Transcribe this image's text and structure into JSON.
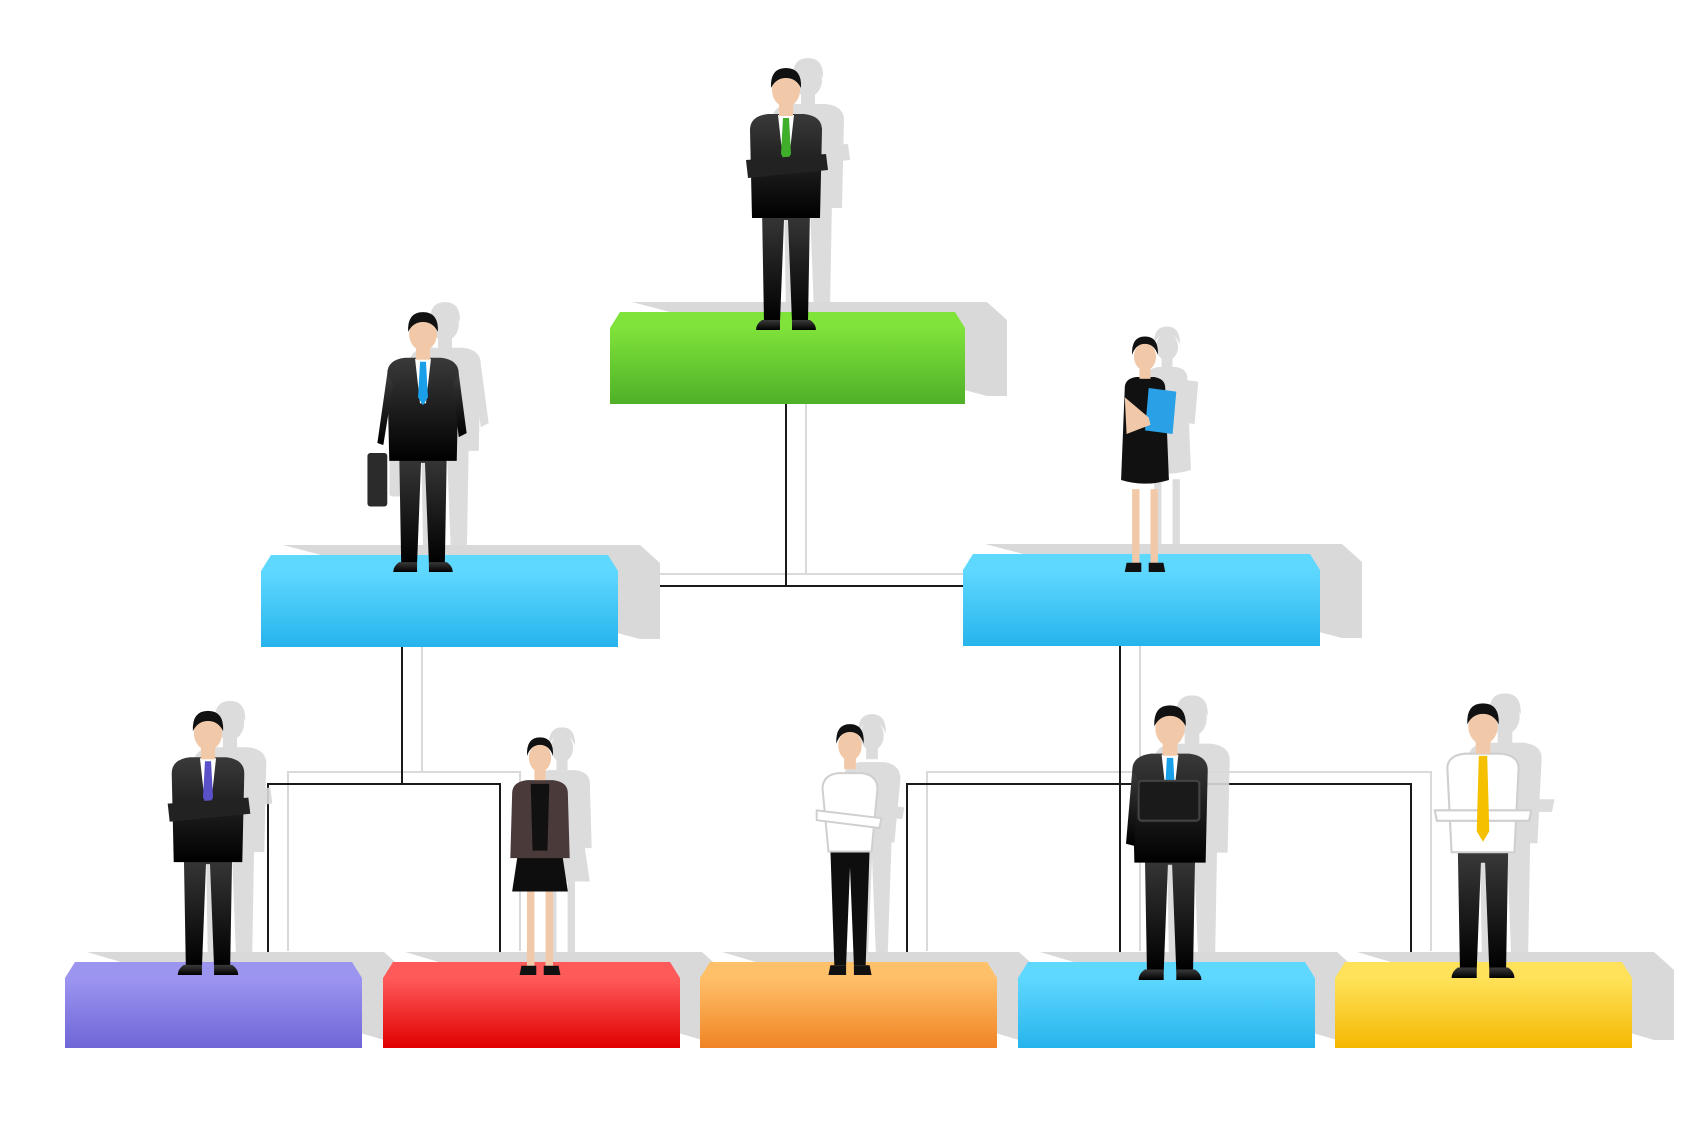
{
  "diagram": {
    "type": "org-chart",
    "levels": 3,
    "nodes": [
      {
        "id": "top",
        "level": 1,
        "parent": null,
        "color_top": "#7fe33a",
        "color_bottom": "#4fb028",
        "figure": "man-arms-crossed",
        "tie": "#3fae2a",
        "shirt": "#ffffff"
      },
      {
        "id": "mid-left",
        "level": 2,
        "parent": "top",
        "color_top": "#5fd8ff",
        "color_bottom": "#26b4ec",
        "figure": "man-briefcase",
        "tie": "#1aa0e8",
        "shirt": "#ffffff"
      },
      {
        "id": "mid-right",
        "level": 2,
        "parent": "top",
        "color_top": "#5fd8ff",
        "color_bottom": "#26b4ec",
        "figure": "woman-folder",
        "tie": "#2aa0e6",
        "shirt": "#333333"
      },
      {
        "id": "bottom-1",
        "level": 3,
        "parent": "mid-left",
        "color_top": "#9c95f0",
        "color_bottom": "#6f66d6",
        "figure": "man-arms-crossed",
        "tie": "#5a50c8",
        "shirt": "#ffffff"
      },
      {
        "id": "bottom-2",
        "level": 3,
        "parent": "mid-left",
        "color_top": "#ff5a5a",
        "color_bottom": "#e00000",
        "figure": "woman-cardigan",
        "tie": "#444444",
        "shirt": "#ffffff"
      },
      {
        "id": "bottom-3",
        "level": 3,
        "parent": "mid-right",
        "color_top": "#ffc06a",
        "color_bottom": "#f08424",
        "figure": "woman-white-shirt",
        "tie": "#ffffff",
        "shirt": "#ffffff"
      },
      {
        "id": "bottom-4",
        "level": 3,
        "parent": "mid-right",
        "color_top": "#5fd8ff",
        "color_bottom": "#26b4ec",
        "figure": "man-laptop",
        "tie": "#1aa0e8",
        "shirt": "#ffffff"
      },
      {
        "id": "bottom-5",
        "level": 3,
        "parent": "mid-right",
        "color_top": "#ffe25a",
        "color_bottom": "#f5b800",
        "figure": "man-shirt-tie",
        "tie": "#f5c000",
        "shirt": "#ffffff"
      }
    ],
    "colors": {
      "connector": "#1a1a1a",
      "shadow": "#d9d9d9",
      "figure": "#111111",
      "skin": "#f2c9a8"
    }
  }
}
